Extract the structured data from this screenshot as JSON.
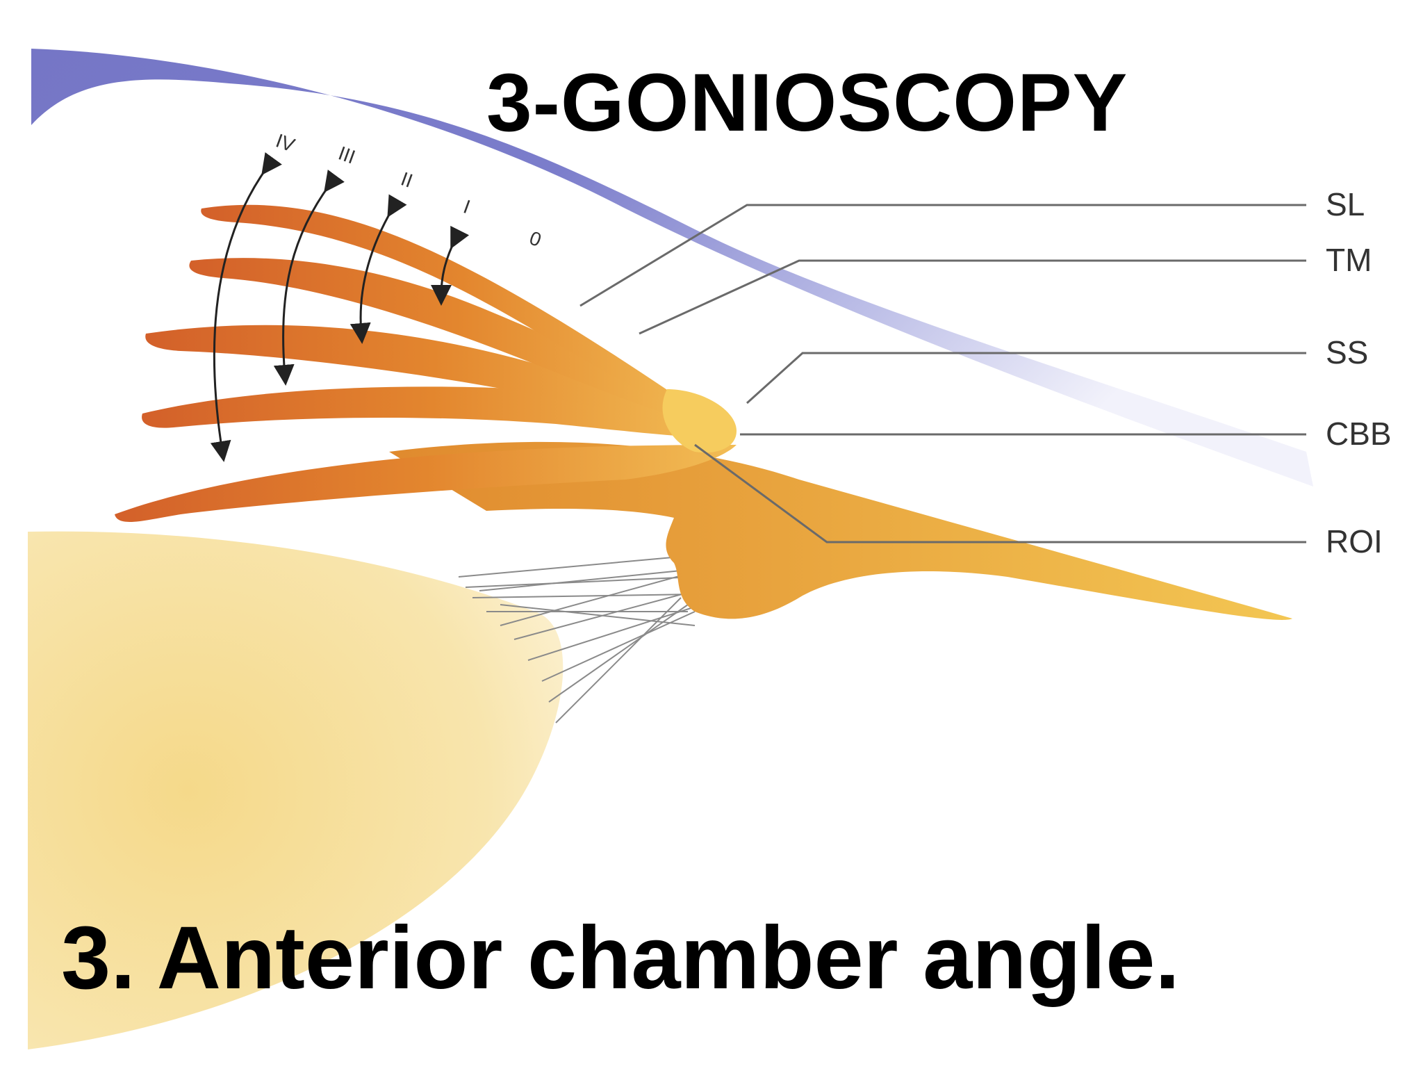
{
  "title": "3-GONIOSCOPY",
  "caption": "3. Anterior chamber angle.",
  "grade_labels": [
    "IV",
    "III",
    "II",
    "I",
    "0"
  ],
  "structure_labels": [
    "SL",
    "TM",
    "SS",
    "CBB",
    "ROI"
  ],
  "colors": {
    "cornea": "#7a7cc8",
    "iris_dark": "#d8692a",
    "iris_mid": "#e8952f",
    "iris_light": "#f3c45a",
    "lens": "#f7dc8e",
    "leader": "#6a6a6a",
    "text": "#000000"
  }
}
